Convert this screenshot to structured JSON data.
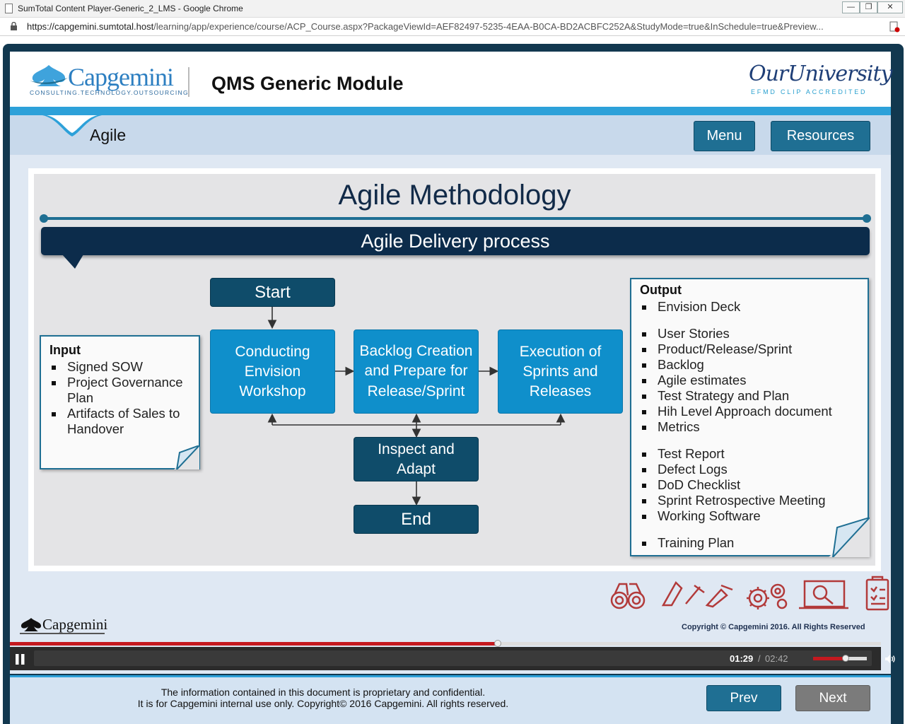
{
  "browser": {
    "window_title": "SumTotal Content Player-Generic_2_LMS - Google Chrome",
    "url_host": "https://capgemini.sumtotal.host",
    "url_path": "/learning/app/experience/course/ACP_Course.aspx?PackageViewId=AEF82497-5235-4EAA-B0CA-BD2ACBFC252A&StudyMode=true&InSchedule=true&Preview..."
  },
  "header": {
    "brand": "Capgemini",
    "brand_tagline": "CONSULTING.TECHNOLOGY.OUTSOURCING",
    "course_title": "QMS Generic Module",
    "partner_logo": "OurUniversity",
    "partner_tagline": "EFMD CLIP ACCREDITED"
  },
  "nav": {
    "topic": "Agile",
    "menu_label": "Menu",
    "resources_label": "Resources"
  },
  "slide": {
    "title": "Agile Methodology",
    "banner": "Agile Delivery process",
    "flow": {
      "start": "Start",
      "envision": "Conducting Envision Workshop",
      "backlog": "Backlog Creation and Prepare for Release/Sprint",
      "execution": "Execution of Sprints and Releases",
      "inspect": "Inspect and Adapt",
      "end": "End"
    },
    "input": {
      "heading": "Input",
      "items": [
        "Signed SOW",
        "Project Governance Plan",
        "Artifacts of Sales to Handover"
      ]
    },
    "output": {
      "heading": "Output",
      "group1": [
        "Envision Deck"
      ],
      "group2": [
        "User Stories",
        "Product/Release/Sprint",
        "Backlog",
        "Agile estimates",
        "Test Strategy and Plan",
        "Hih Level Approach document",
        "Metrics"
      ],
      "group3": [
        "Test Report",
        "Defect Logs",
        "DoD Checklist",
        "Sprint Retrospective Meeting",
        "Working Software"
      ],
      "group4": [
        "Training Plan"
      ]
    }
  },
  "slide_footer": {
    "brand": "Capgemini",
    "copyright": "Copyright © Capgemini 2016. All Rights Reserved",
    "icons": [
      "binoculars-icon",
      "tools-icon",
      "gears-icon",
      "magnifier-icon",
      "checklist-icon"
    ]
  },
  "player": {
    "time_current": "01:29",
    "time_separator": "/",
    "time_total": "02:42",
    "progress_fraction": 0.56,
    "volume_fraction": 0.6
  },
  "footer": {
    "legal_line1": "The information contained in this document is proprietary and confidential.",
    "legal_line2": "It is for Capgemini internal use only. Copyright© 2016 Capgemini. All rights reserved.",
    "prev_label": "Prev",
    "next_label": "Next"
  },
  "colors": {
    "accent": "#2da1d9",
    "dark_blue": "#0c2c4b",
    "flow_blue": "#0f8fcb",
    "button": "#1f6f93"
  }
}
